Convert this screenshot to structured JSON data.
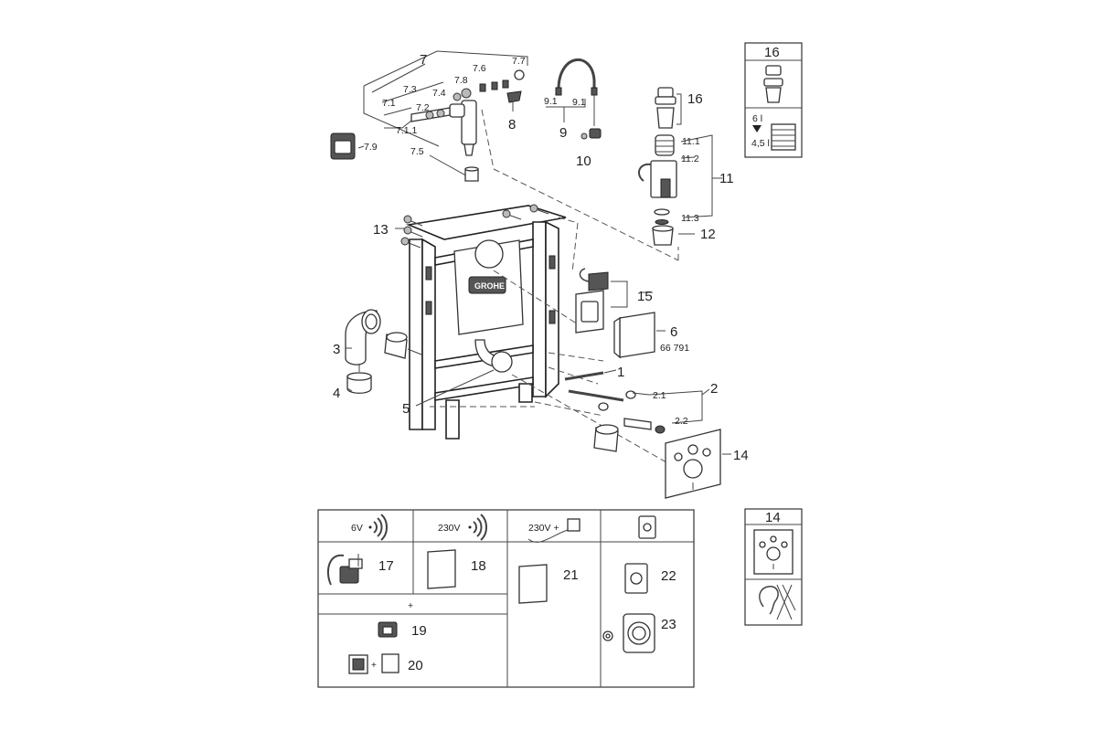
{
  "callouts": {
    "c1": "1",
    "c2": "2",
    "c2_1": "2.1",
    "c2_2": "2.2",
    "c3": "3",
    "c4": "4",
    "c5": "5",
    "c6": "6",
    "c6_code": "66 791",
    "c7": "7",
    "c7_1": "7.1",
    "c7_1_1": "7.1.1",
    "c7_2": "7.2",
    "c7_3": "7.3",
    "c7_4": "7.4",
    "c7_5": "7.5",
    "c7_6": "7.6",
    "c7_7": "7.7",
    "c7_8": "7.8",
    "c7_9": "7.9",
    "c8": "8",
    "c9": "9",
    "c9_1a": "9.1",
    "c9_1b": "9.1",
    "c10": "10",
    "c11": "11",
    "c11_1": "11.1",
    "c11_2": "11.2",
    "c11_3": "11.3",
    "c12": "12",
    "c13": "13",
    "c14": "14",
    "c15": "15",
    "c16": "16"
  },
  "brand_logo": "GROHE",
  "inset16": {
    "title": "16",
    "vol_big": "6 l",
    "vol_small": "4,5 l"
  },
  "inset14": {
    "title": "14"
  },
  "options_table": {
    "col1_header": "6V",
    "col2_header": "230V",
    "col3_header": "230V +",
    "c17": "17",
    "c18": "18",
    "plus": "+",
    "c19": "19",
    "c20": "20",
    "c20_plus": "+",
    "c21": "21",
    "c22": "22",
    "c23": "23"
  },
  "icons": [
    "sensor-wave-icon",
    "square-plate-icon",
    "ear-noise-icon",
    "arrow-down-icon"
  ]
}
